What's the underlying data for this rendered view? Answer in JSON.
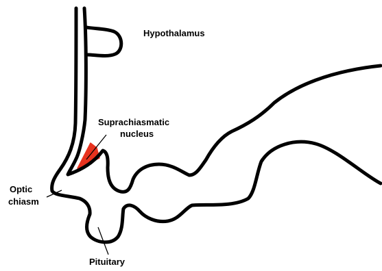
{
  "diagram": {
    "labels": {
      "hypothalamus": "Hypothalamus",
      "scn_line1": "Suprachiasmatic",
      "scn_line2": "nucleus",
      "optic_line1": "Optic",
      "optic_line2": "chiasm",
      "pituitary": "Pituitary"
    },
    "colors": {
      "outline": "#000000",
      "scn_fill": "#e8321e",
      "background": "#ffffff"
    }
  }
}
